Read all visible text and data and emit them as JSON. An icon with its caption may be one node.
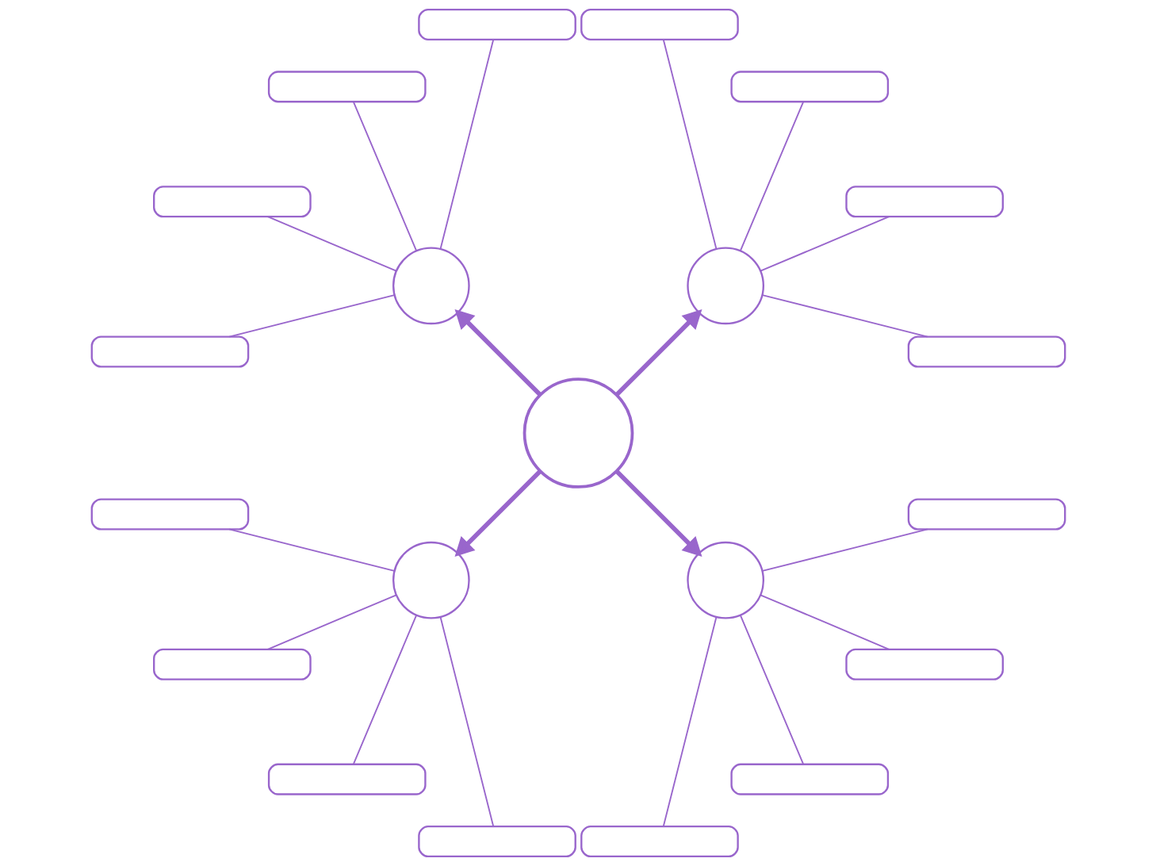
{
  "diagram": {
    "nodes": [
      {
        "text": [],
        "shape": "circle"
      },
      {
        "text": [],
        "shape": "circle"
      },
      {
        "text": [],
        "shape": "box"
      },
      {
        "text": [],
        "shape": "box"
      },
      {
        "text": [],
        "shape": "box"
      },
      {
        "text": [],
        "shape": "box"
      },
      {
        "text": [],
        "shape": "circle"
      },
      {
        "text": [],
        "shape": "box"
      },
      {
        "text": [],
        "shape": "box"
      },
      {
        "text": [],
        "shape": "box"
      },
      {
        "text": [],
        "shape": "box"
      },
      {
        "text": [],
        "shape": "circle"
      },
      {
        "text": [],
        "shape": "box"
      },
      {
        "text": [],
        "shape": "box"
      },
      {
        "text": [],
        "shape": "box"
      },
      {
        "text": [],
        "shape": "box"
      },
      {
        "text": [],
        "shape": "circle"
      },
      {
        "text": [],
        "shape": "box"
      },
      {
        "text": [],
        "shape": "box"
      },
      {
        "text": [],
        "shape": "box"
      },
      {
        "text": [],
        "shape": "box"
      }
    ],
    "edges": [
      {
        "from": 0,
        "to": 1,
        "arrow": "to",
        "style": "thick"
      },
      {
        "from": 0,
        "to": 6,
        "arrow": "to",
        "style": "thick"
      },
      {
        "from": 0,
        "to": 11,
        "arrow": "to",
        "style": "thick"
      },
      {
        "from": 0,
        "to": 16,
        "arrow": "to",
        "style": "thick"
      },
      {
        "from": 1,
        "to": 2,
        "arrow": "none"
      },
      {
        "from": 1,
        "to": 3,
        "arrow": "none"
      },
      {
        "from": 1,
        "to": 4,
        "arrow": "none"
      },
      {
        "from": 1,
        "to": 5,
        "arrow": "none"
      },
      {
        "from": 6,
        "to": 7,
        "arrow": "none"
      },
      {
        "from": 6,
        "to": 8,
        "arrow": "none"
      },
      {
        "from": 6,
        "to": 9,
        "arrow": "none"
      },
      {
        "from": 6,
        "to": 10,
        "arrow": "none"
      },
      {
        "from": 11,
        "to": 12,
        "arrow": "none"
      },
      {
        "from": 11,
        "to": 13,
        "arrow": "none"
      },
      {
        "from": 11,
        "to": 14,
        "arrow": "none"
      },
      {
        "from": 11,
        "to": 15,
        "arrow": "none"
      },
      {
        "from": 16,
        "to": 17,
        "arrow": "none"
      },
      {
        "from": 16,
        "to": 18,
        "arrow": "none"
      },
      {
        "from": 16,
        "to": 19,
        "arrow": "none"
      },
      {
        "from": 16,
        "to": 20,
        "arrow": "none"
      }
    ]
  }
}
